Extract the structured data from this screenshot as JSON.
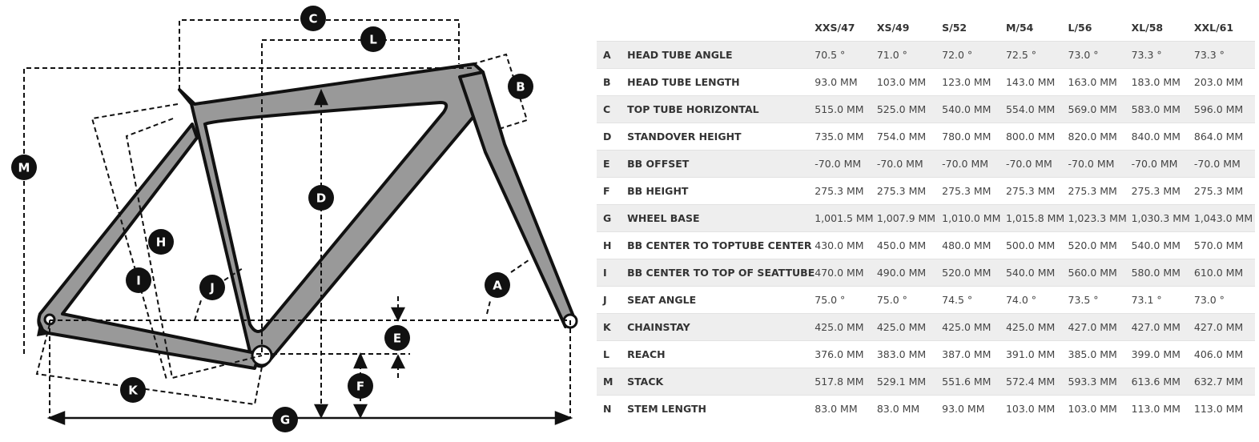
{
  "diagram": {
    "markers": [
      {
        "id": "a",
        "letter": "A"
      },
      {
        "id": "b",
        "letter": "B"
      },
      {
        "id": "c",
        "letter": "C"
      },
      {
        "id": "d",
        "letter": "D"
      },
      {
        "id": "e",
        "letter": "E"
      },
      {
        "id": "f",
        "letter": "F"
      },
      {
        "id": "g",
        "letter": "G"
      },
      {
        "id": "h",
        "letter": "H"
      },
      {
        "id": "i",
        "letter": "I"
      },
      {
        "id": "j",
        "letter": "J"
      },
      {
        "id": "k",
        "letter": "K"
      },
      {
        "id": "l",
        "letter": "L"
      },
      {
        "id": "m",
        "letter": "M"
      }
    ],
    "colors": {
      "frame": "#999999",
      "outline": "#111111",
      "badge": "#111111"
    }
  },
  "table": {
    "sizes": [
      "XXS/47",
      "XS/49",
      "S/52",
      "M/54",
      "L/56",
      "XL/58",
      "XXL/61"
    ],
    "rows": [
      {
        "letter": "A",
        "name": "HEAD TUBE ANGLE",
        "values": [
          "70.5 °",
          "71.0 °",
          "72.0 °",
          "72.5 °",
          "73.0 °",
          "73.3 °",
          "73.3 °"
        ]
      },
      {
        "letter": "B",
        "name": "HEAD TUBE LENGTH",
        "values": [
          "93.0 MM",
          "103.0 MM",
          "123.0 MM",
          "143.0 MM",
          "163.0 MM",
          "183.0 MM",
          "203.0 MM"
        ]
      },
      {
        "letter": "C",
        "name": "TOP TUBE HORIZONTAL",
        "values": [
          "515.0 MM",
          "525.0 MM",
          "540.0 MM",
          "554.0 MM",
          "569.0 MM",
          "583.0 MM",
          "596.0 MM"
        ]
      },
      {
        "letter": "D",
        "name": "STANDOVER HEIGHT",
        "values": [
          "735.0 MM",
          "754.0 MM",
          "780.0 MM",
          "800.0 MM",
          "820.0 MM",
          "840.0 MM",
          "864.0 MM"
        ]
      },
      {
        "letter": "E",
        "name": "BB OFFSET",
        "values": [
          "-70.0 MM",
          "-70.0 MM",
          "-70.0 MM",
          "-70.0 MM",
          "-70.0 MM",
          "-70.0 MM",
          "-70.0 MM"
        ]
      },
      {
        "letter": "F",
        "name": "BB HEIGHT",
        "values": [
          "275.3 MM",
          "275.3 MM",
          "275.3 MM",
          "275.3 MM",
          "275.3 MM",
          "275.3 MM",
          "275.3 MM"
        ]
      },
      {
        "letter": "G",
        "name": "WHEEL BASE",
        "values": [
          "1,001.5 MM",
          "1,007.9 MM",
          "1,010.0 MM",
          "1,015.8 MM",
          "1,023.3 MM",
          "1,030.3 MM",
          "1,043.0 MM"
        ]
      },
      {
        "letter": "H",
        "name": "BB CENTER TO TOPTUBE CENTER",
        "values": [
          "430.0 MM",
          "450.0 MM",
          "480.0 MM",
          "500.0 MM",
          "520.0 MM",
          "540.0 MM",
          "570.0 MM"
        ]
      },
      {
        "letter": "I",
        "name": "BB CENTER TO TOP OF SEATTUBE",
        "values": [
          "470.0 MM",
          "490.0 MM",
          "520.0 MM",
          "540.0 MM",
          "560.0 MM",
          "580.0 MM",
          "610.0 MM"
        ]
      },
      {
        "letter": "J",
        "name": "SEAT ANGLE",
        "values": [
          "75.0 °",
          "75.0 °",
          "74.5 °",
          "74.0 °",
          "73.5 °",
          "73.1 °",
          "73.0 °"
        ]
      },
      {
        "letter": "K",
        "name": "CHAINSTAY",
        "values": [
          "425.0 MM",
          "425.0 MM",
          "425.0 MM",
          "425.0 MM",
          "427.0 MM",
          "427.0 MM",
          "427.0 MM"
        ]
      },
      {
        "letter": "L",
        "name": "REACH",
        "values": [
          "376.0 MM",
          "383.0 MM",
          "387.0 MM",
          "391.0 MM",
          "385.0 MM",
          "399.0 MM",
          "406.0 MM"
        ]
      },
      {
        "letter": "M",
        "name": "STACK",
        "values": [
          "517.8 MM",
          "529.1 MM",
          "551.6 MM",
          "572.4 MM",
          "593.3 MM",
          "613.6 MM",
          "632.7 MM"
        ]
      },
      {
        "letter": "N",
        "name": "STEM LENGTH",
        "values": [
          "83.0 MM",
          "83.0 MM",
          "93.0 MM",
          "103.0 MM",
          "103.0 MM",
          "113.0 MM",
          "113.0 MM"
        ]
      }
    ]
  }
}
